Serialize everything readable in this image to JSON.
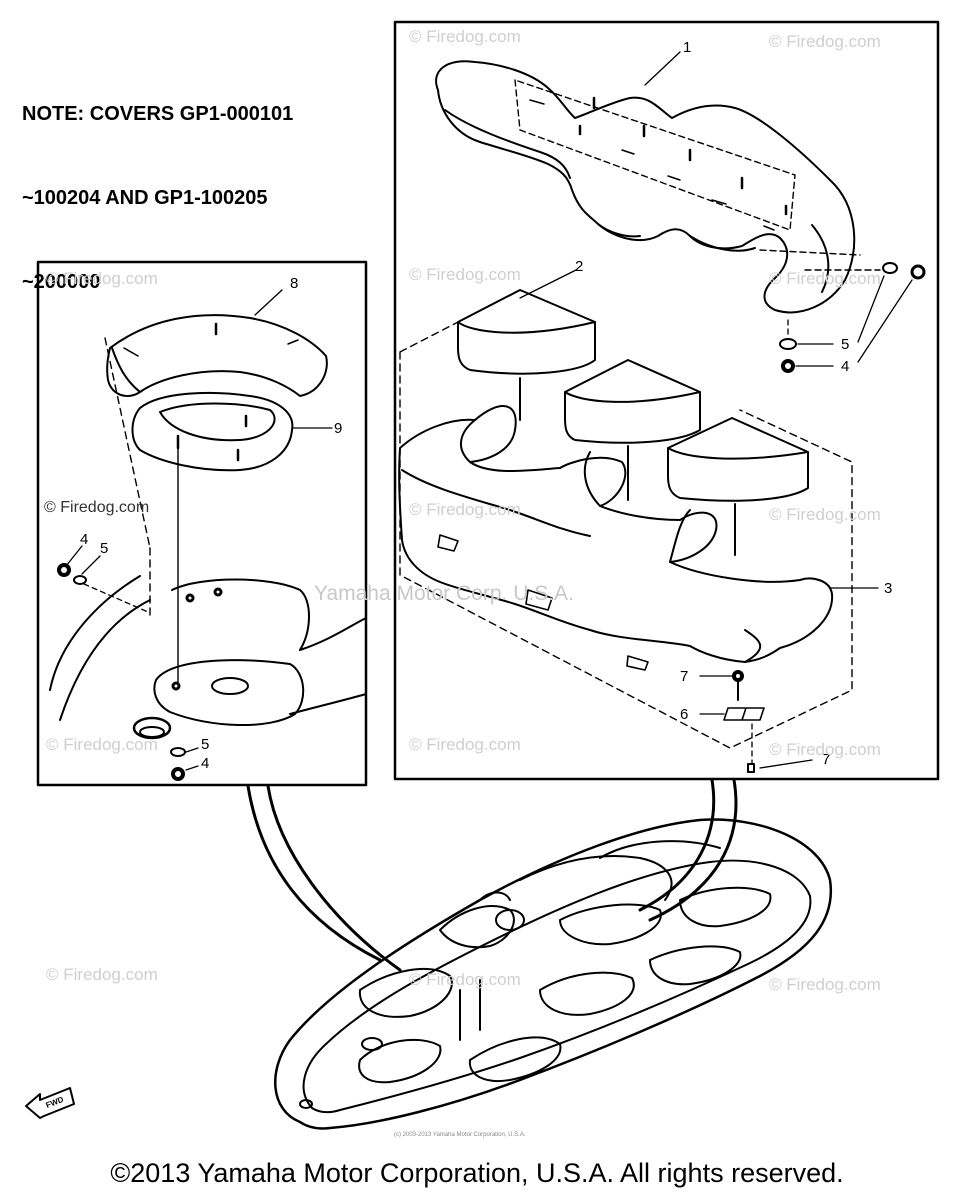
{
  "note": {
    "line1": "NOTE: COVERS GP1-000101",
    "line2": "~100204 AND GP1-100205",
    "line3": "~200000"
  },
  "callouts": {
    "c1": "1",
    "c2": "2",
    "c3": "3",
    "c4a": "4",
    "c5a": "5",
    "c7a": "7",
    "c6": "6",
    "c7b": "7",
    "c8": "8",
    "c9": "9",
    "c4b": "4",
    "c5b": "5",
    "c5c": "5",
    "c4c": "4"
  },
  "watermarks": {
    "firedog": "© Firedog.com",
    "firedog_dark": "© Firedog.com",
    "center": "Yamaha Motor Corp. U.S.A.",
    "tiny": "(c) 2003-2013 Yamaha Motor Corporation, U.S.A."
  },
  "fwd_label": "FWD",
  "footer": "©2013 Yamaha Motor Corporation, U.S.A. All rights reserved."
}
